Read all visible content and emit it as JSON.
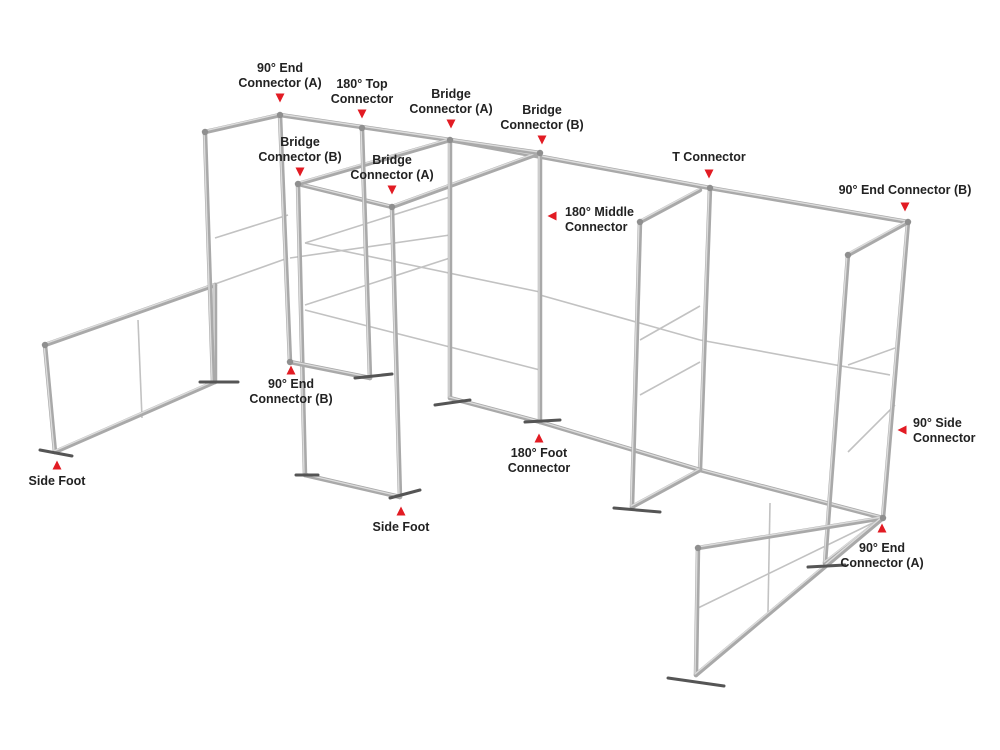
{
  "diagram": {
    "accent_color": "#e21b23",
    "frame_color": "#a9a9a9",
    "callouts": [
      {
        "id": "end-connector-a-top",
        "lines": [
          "90° End",
          "Connector (A)"
        ]
      },
      {
        "id": "top-connector-180",
        "lines": [
          "180° Top",
          "Connector"
        ]
      },
      {
        "id": "bridge-connector-a-top",
        "lines": [
          "Bridge",
          "Connector (A)"
        ]
      },
      {
        "id": "bridge-connector-b-top",
        "lines": [
          "Bridge",
          "Connector (B)"
        ]
      },
      {
        "id": "bridge-connector-b-left",
        "lines": [
          "Bridge",
          "Connector (B)"
        ]
      },
      {
        "id": "bridge-connector-a-mid",
        "lines": [
          "Bridge",
          "Connector (A)"
        ]
      },
      {
        "id": "t-connector",
        "lines": [
          "T Connector"
        ]
      },
      {
        "id": "end-connector-b-right",
        "lines": [
          "90° End Connector (B)"
        ]
      },
      {
        "id": "middle-connector-180",
        "lines": [
          "180° Middle",
          "Connector"
        ]
      },
      {
        "id": "end-connector-b-bottom",
        "lines": [
          "90° End",
          "Connector (B)"
        ]
      },
      {
        "id": "side-foot-left",
        "lines": [
          "Side Foot"
        ]
      },
      {
        "id": "side-foot-center",
        "lines": [
          "Side Foot"
        ]
      },
      {
        "id": "foot-connector-180",
        "lines": [
          "180° Foot",
          "Connector"
        ]
      },
      {
        "id": "side-connector-90",
        "lines": [
          "90° Side",
          "Connector"
        ]
      },
      {
        "id": "end-connector-a-bottom",
        "lines": [
          "90° End",
          "Connector (A)"
        ]
      }
    ]
  }
}
